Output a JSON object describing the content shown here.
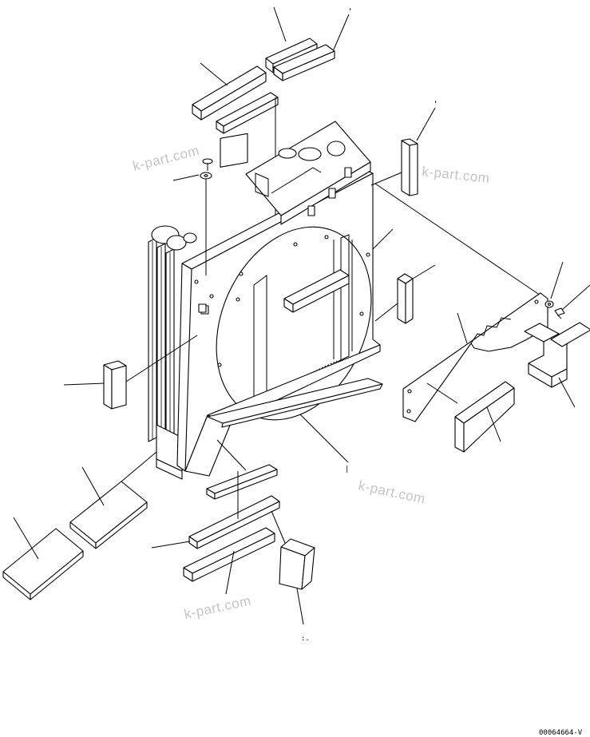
{
  "diagram": {
    "watermarks": [
      "k-part.com",
      "k-part.com",
      "k-part.com",
      "k-part.com"
    ],
    "reference_code": "00064664-V"
  }
}
